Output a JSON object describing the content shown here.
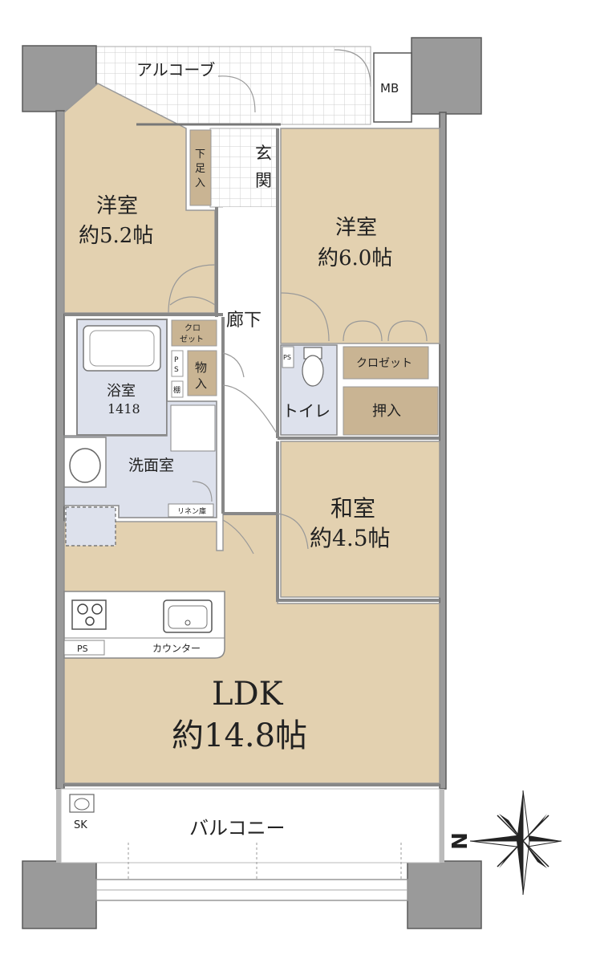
{
  "colors": {
    "room_tan": "#e3d1b0",
    "closet_brown": "#c9b493",
    "wet_blue": "#dde1ec",
    "wall_gray": "#9a9a9a",
    "floor_white": "#ffffff"
  },
  "rooms": {
    "alcove": "アルコーブ",
    "mb": "MB",
    "entrance": [
      "玄",
      "関"
    ],
    "shoe_box": [
      "下",
      "足",
      "入"
    ],
    "western1": {
      "name": "洋室",
      "size": "約5.2帖"
    },
    "western2": {
      "name": "洋室",
      "size": "約6.0帖"
    },
    "hallway": "廊下",
    "closet_small": [
      "クロ",
      "ゼット"
    ],
    "storage": [
      "物",
      "入"
    ],
    "shelf": [
      "棚"
    ],
    "ps_vertical": [
      "P",
      "S"
    ],
    "bath": {
      "name": "浴室",
      "size": "1418"
    },
    "toilet": "トイレ",
    "closet_wide": "クロゼット",
    "oshiire": "押入",
    "washroom": "洗面室",
    "linen": "リネン庫",
    "japanese": {
      "name": "和室",
      "size": "約4.5帖"
    },
    "kitchen_ps": "PS",
    "counter": "カウンター",
    "ldk": {
      "name": "LDK",
      "size": "約14.8帖"
    },
    "sk": "SK",
    "balcony": "バルコニー"
  },
  "compass": {
    "direction": "N",
    "icon": "compass-icon"
  }
}
